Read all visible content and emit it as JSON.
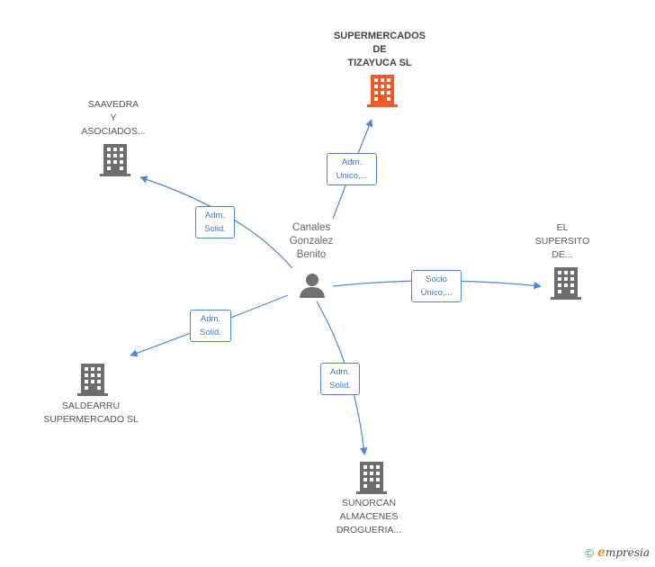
{
  "person": {
    "lines": [
      "Canales",
      "Gonzalez",
      "Benito"
    ]
  },
  "companies": {
    "tizayuca": {
      "lines": [
        "SUPERMERCADOS",
        "DE",
        "TIZAYUCA SL"
      ],
      "color": "#f05a28"
    },
    "saavedra": {
      "lines": [
        "SAAVEDRA",
        "Y",
        "ASOCIADOS..."
      ],
      "color": "#6d6d6d"
    },
    "supersito": {
      "lines": [
        "EL",
        "SUPERSITO",
        "DE..."
      ],
      "color": "#6d6d6d"
    },
    "saldearru": {
      "lines": [
        "SALDEARRU",
        "SUPERMERCADO SL"
      ],
      "color": "#6d6d6d"
    },
    "sunorcan": {
      "lines": [
        "SUNORCAN",
        "ALMACENES",
        "DROGUERIA..."
      ],
      "color": "#6d6d6d"
    }
  },
  "relations": {
    "tizayuca": [
      "Adm.",
      "Unico,..."
    ],
    "saavedra": [
      "Adm.",
      "Solid."
    ],
    "supersito": [
      "Socio",
      "Único,..."
    ],
    "saldearru": [
      "Adm.",
      "Solid."
    ],
    "sunorcan": [
      "Adm.",
      "Solid."
    ]
  },
  "footer": {
    "copyright": "©",
    "brand_initial": "e",
    "brand_rest": "mpresia"
  },
  "colors": {
    "edge": "#4a86d8",
    "person_icon": "#707070"
  }
}
